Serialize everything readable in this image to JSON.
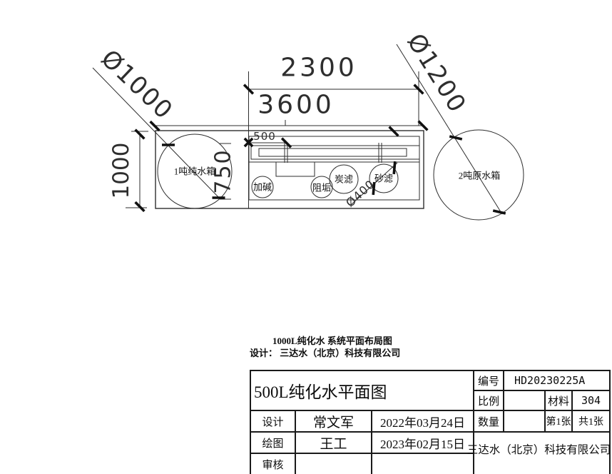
{
  "colors": {
    "background": "#ffffff",
    "line": "#2d2d2d"
  },
  "drawing": {
    "dimensions": {
      "tank1_diameter": "Ø1000",
      "room_depth": "1000",
      "tank1_offset": "750",
      "equipment_width": "2300",
      "total_width": "3600",
      "rack_offset": "500",
      "filter_diameter": "Ø400",
      "tank2_diameter": "Ø1200"
    },
    "labels": {
      "tank1": "1吨纯水箱",
      "tank2": "2吨原水箱",
      "dosing": "加碱",
      "antiscalant": "阻垢",
      "carbon_filter": "炭滤",
      "sand_filter": "砂滤"
    }
  },
  "caption": {
    "line1": "1000L纯化水 系统平面布局图",
    "line2": "设计： 三达水（北京）科技有限公司"
  },
  "title_block": {
    "drawing_title": "500L纯化水平面图",
    "no_label": "编号",
    "no_value": "HD20230225A",
    "scale_label": "比例",
    "scale_value": "",
    "material_label": "材料",
    "material_value": "304",
    "qty_label": "数量",
    "qty_value": "",
    "sheet_no": "第1张",
    "sheet_total": "共1张",
    "design_label": "设计",
    "design_name": "常文军",
    "design_date": "2022年03月24日",
    "draw_label": "绘图",
    "draw_name": "王工",
    "draw_date": "2023年02月15日",
    "review_label": "审核",
    "review_name": "",
    "review_date": "",
    "company": "三达水（北京）科技有限公司"
  }
}
